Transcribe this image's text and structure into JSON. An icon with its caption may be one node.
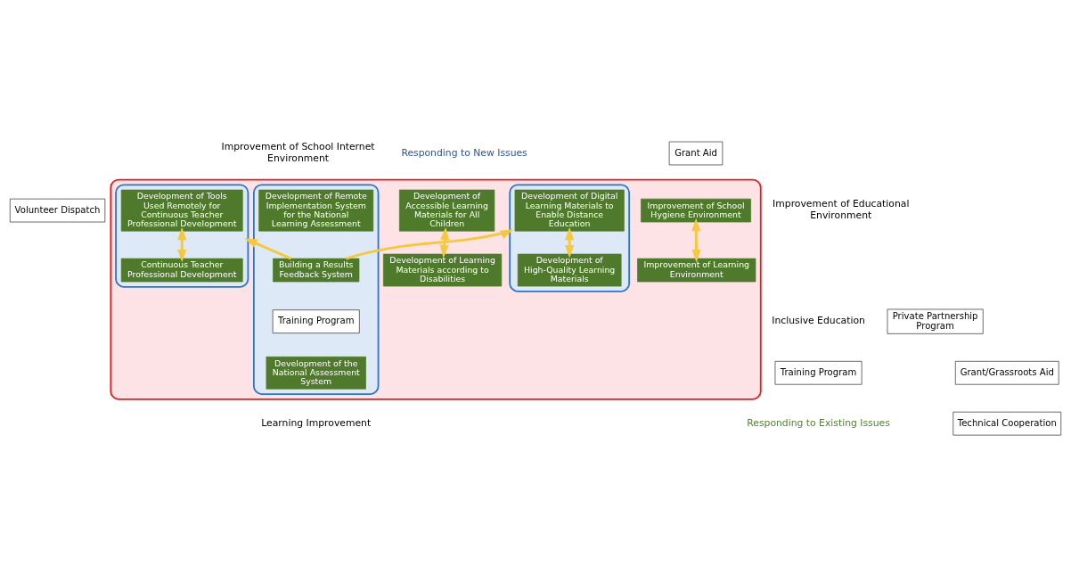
{
  "diagram": {
    "nodes": [
      {
        "text": [],
        "shape": "ellipse"
      },
      {
        "text": [],
        "shape": "ellipse",
        "in": 0
      },
      {
        "text": [],
        "shape": "ellipse",
        "in": 0
      },
      {
        "text": [],
        "shape": "ellipse",
        "in": 0
      },
      {
        "text": [
          "Development of Accessible Learning Materials for All Children"
        ],
        "in": 0
      },
      {
        "text": [
          "Development of Learning Materials according to Disabilities"
        ],
        "in": 0
      },
      {
        "text": [
          "Development of Digital Learning Materials to Enable Distance Education"
        ],
        "in": 1
      },
      {
        "text": [
          "Development of High-Quality Learning Materials"
        ],
        "in": 1
      },
      {
        "text": [
          "Development of Remote Implementation System for the National Learning Assessment"
        ],
        "in": 2
      },
      {
        "text": [
          "Building a Results Feedback System"
        ],
        "in": 2
      },
      {
        "text": [
          "Training Program"
        ],
        "in": 2
      },
      {
        "text": [
          "Development of the National Assessment System"
        ],
        "in": 2
      },
      {
        "text": [
          "Development of Tools Used Remotely for Continuous Teacher Professional Development"
        ],
        "in": 3
      },
      {
        "text": [
          "Continuous Teacher Professional Development"
        ],
        "in": 3
      },
      {
        "text": [
          "Improvement of School Hygiene Environment"
        ],
        "in": 0
      },
      {
        "text": [
          "Improvement of Learning Environment"
        ],
        "in": 0
      },
      {
        "text": [
          "Grant Aid"
        ]
      },
      {
        "text": [
          "Training Program"
        ]
      },
      {
        "text": [
          "Private Partnership Program"
        ]
      },
      {
        "text": [
          "Volunteer Dispatch"
        ]
      },
      {
        "text": [
          "Grant/Grassroots Aid"
        ]
      },
      {
        "text": [
          "Technical Cooperation"
        ]
      }
    ],
    "edges": [
      {
        "from": 4,
        "to": 5,
        "arrow": "both"
      },
      {
        "from": 6,
        "to": 7,
        "arrow": "both"
      },
      {
        "from": 9,
        "to": 1,
        "arrow": "to"
      },
      {
        "from": 9,
        "to": 3,
        "arrow": "to"
      },
      {
        "from": 12,
        "to": 13,
        "arrow": "both"
      },
      {
        "from": 14,
        "to": 15,
        "arrow": "both"
      }
    ],
    "labels": [
      "Responding to New Issues",
      "Improvement of School Internet Environment",
      "Inclusive Education",
      "Improvement of Educational Environment",
      "Responding to Existing Issues",
      "Learning Improvement"
    ]
  }
}
